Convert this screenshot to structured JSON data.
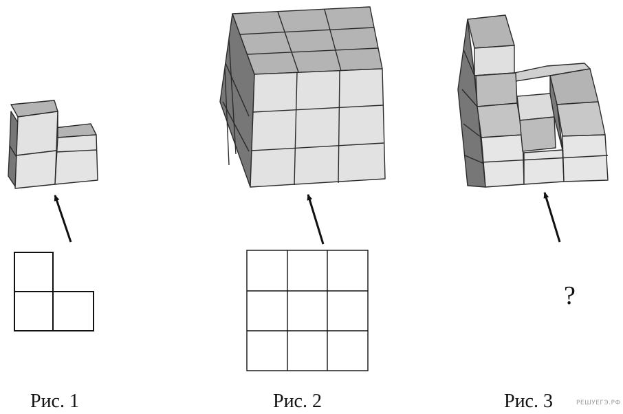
{
  "figures": [
    {
      "caption": "Рис. 1"
    },
    {
      "caption": "Рис. 2"
    },
    {
      "caption": "Рис. 3",
      "unknown_view": "?"
    }
  ],
  "watermark": "РЕШУЕГЭ.РФ",
  "colors": {
    "top_face": "#b4b4b4",
    "front_face": "#e2e2e2",
    "side_face": "#777777",
    "edge": "#2a2a2a"
  }
}
